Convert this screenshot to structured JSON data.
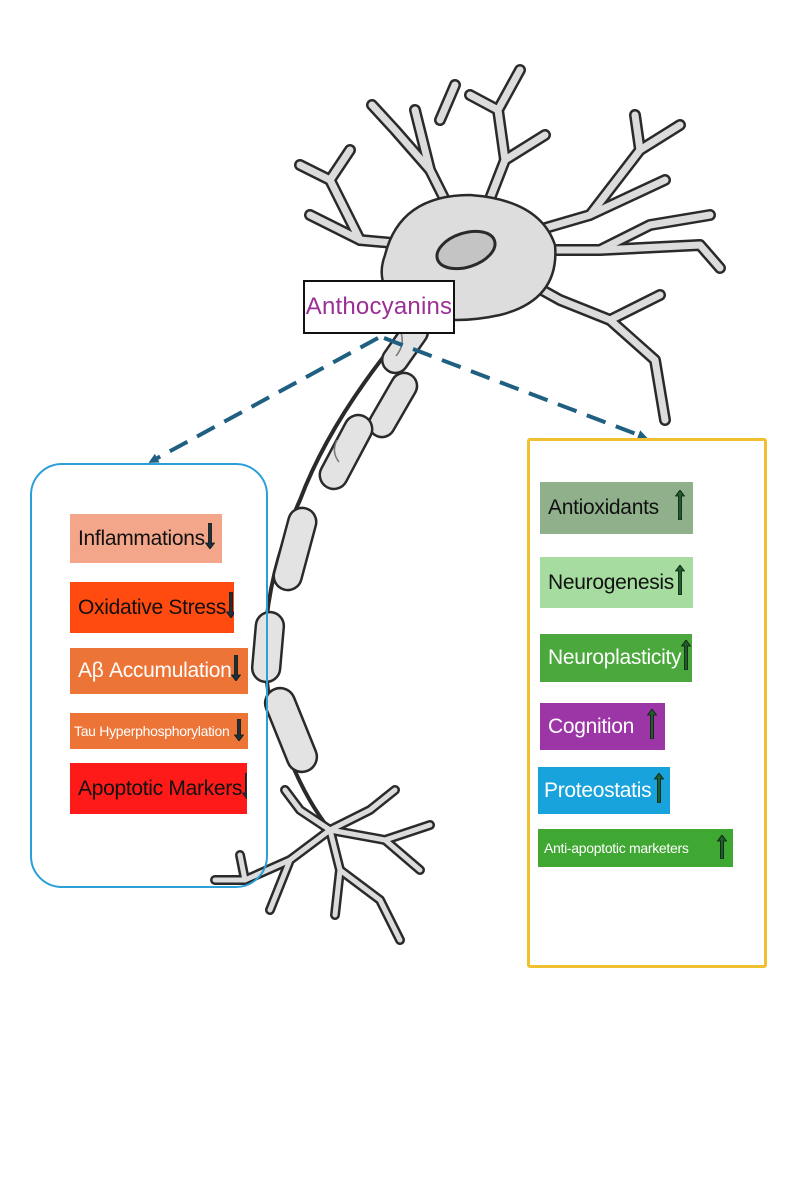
{
  "center": {
    "label": "Anthocyanins"
  },
  "colors": {
    "center_text": "#9b2f96",
    "left_panel_border": "#2a9fd8",
    "right_panel_border": "#f0c030",
    "dash_arrow": "#1f5f82",
    "down_arrow": "#1e2f40",
    "up_arrow": "#1d5e2a"
  },
  "decreased": [
    {
      "label": "Inflammations",
      "color": "#f4a68a",
      "arrow": "down-arrow-icon"
    },
    {
      "label": "Oxidative Stress",
      "color": "#ff4a10",
      "arrow": "down-arrow-icon"
    },
    {
      "label": "Aβ Accumulation",
      "color": "#ec7436",
      "arrow": "down-arrow-icon"
    },
    {
      "label": "Tau Hyperphosphorylation",
      "color": "#ec7436",
      "arrow": "down-arrow-icon"
    },
    {
      "label": "Apoptotic Markers",
      "color": "#ff1a1a",
      "arrow": "down-arrow-icon"
    }
  ],
  "increased": [
    {
      "label": "Antioxidants",
      "color": "#8fb08a",
      "arrow": "up-arrow-icon"
    },
    {
      "label": "Neurogenesis",
      "color": "#a6dca0",
      "arrow": "up-arrow-icon"
    },
    {
      "label": "Neuroplasticity",
      "color": "#4aa83c",
      "arrow": "up-arrow-icon"
    },
    {
      "label": "Cognition",
      "color": "#9c35a6",
      "arrow": "up-arrow-icon"
    },
    {
      "label": "Proteostatis",
      "color": "#19a3dc",
      "arrow": "up-arrow-icon"
    },
    {
      "label": "Anti-apoptotic marketers",
      "color": "#3fa832",
      "arrow": "up-arrow-icon"
    }
  ]
}
